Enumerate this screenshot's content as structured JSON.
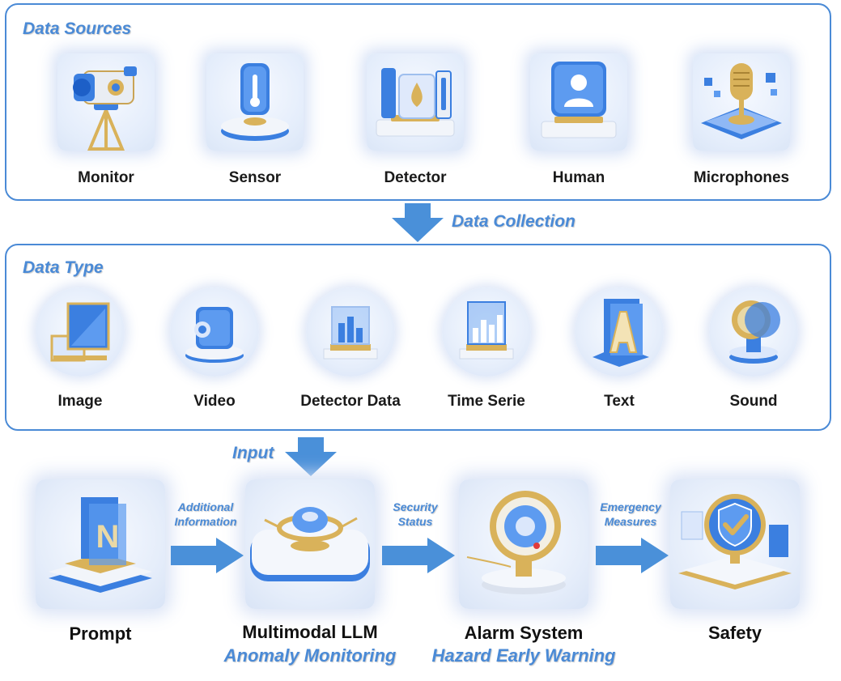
{
  "sources": {
    "title": "Data Sources",
    "items": [
      {
        "label": "Monitor",
        "icon": "camera-icon"
      },
      {
        "label": "Sensor",
        "icon": "thermometer-sensor-icon"
      },
      {
        "label": "Detector",
        "icon": "detector-icon"
      },
      {
        "label": "Human",
        "icon": "person-icon"
      },
      {
        "label": "Microphones",
        "icon": "microphone-icon"
      }
    ]
  },
  "collection_label": "Data Collection",
  "types": {
    "title": "Data Type",
    "items": [
      {
        "label": "Image",
        "icon": "image-icon"
      },
      {
        "label": "Video",
        "icon": "video-icon"
      },
      {
        "label": "Detector  Data",
        "icon": "data-cube-icon"
      },
      {
        "label": "Time Serie",
        "icon": "time-series-icon"
      },
      {
        "label": "Text",
        "icon": "letter-a-icon"
      },
      {
        "label": "Sound",
        "icon": "speaker-icon"
      }
    ]
  },
  "input_label": "Input",
  "flow": {
    "steps": [
      {
        "label": "Prompt",
        "sublabel": "",
        "icon": "prompt-icon"
      },
      {
        "label": "Multimodal LLM",
        "sublabel": "Anomaly Monitoring",
        "icon": "llm-device-icon"
      },
      {
        "label": "Alarm System",
        "sublabel": "Hazard Early Warning",
        "icon": "alarm-icon"
      },
      {
        "label": "Safety",
        "sublabel": "",
        "icon": "shield-check-icon"
      }
    ],
    "arrows": [
      {
        "line1": "Additional",
        "line2": "Information"
      },
      {
        "line1": "Security",
        "line2": "Status"
      },
      {
        "line1": "Emergency",
        "line2": "Measures"
      }
    ]
  },
  "colors": {
    "accent": "#4a8ad6",
    "arrow": "#4a90d9",
    "gold": "#d9b25a",
    "blue_icon": "#3b7fe0"
  }
}
